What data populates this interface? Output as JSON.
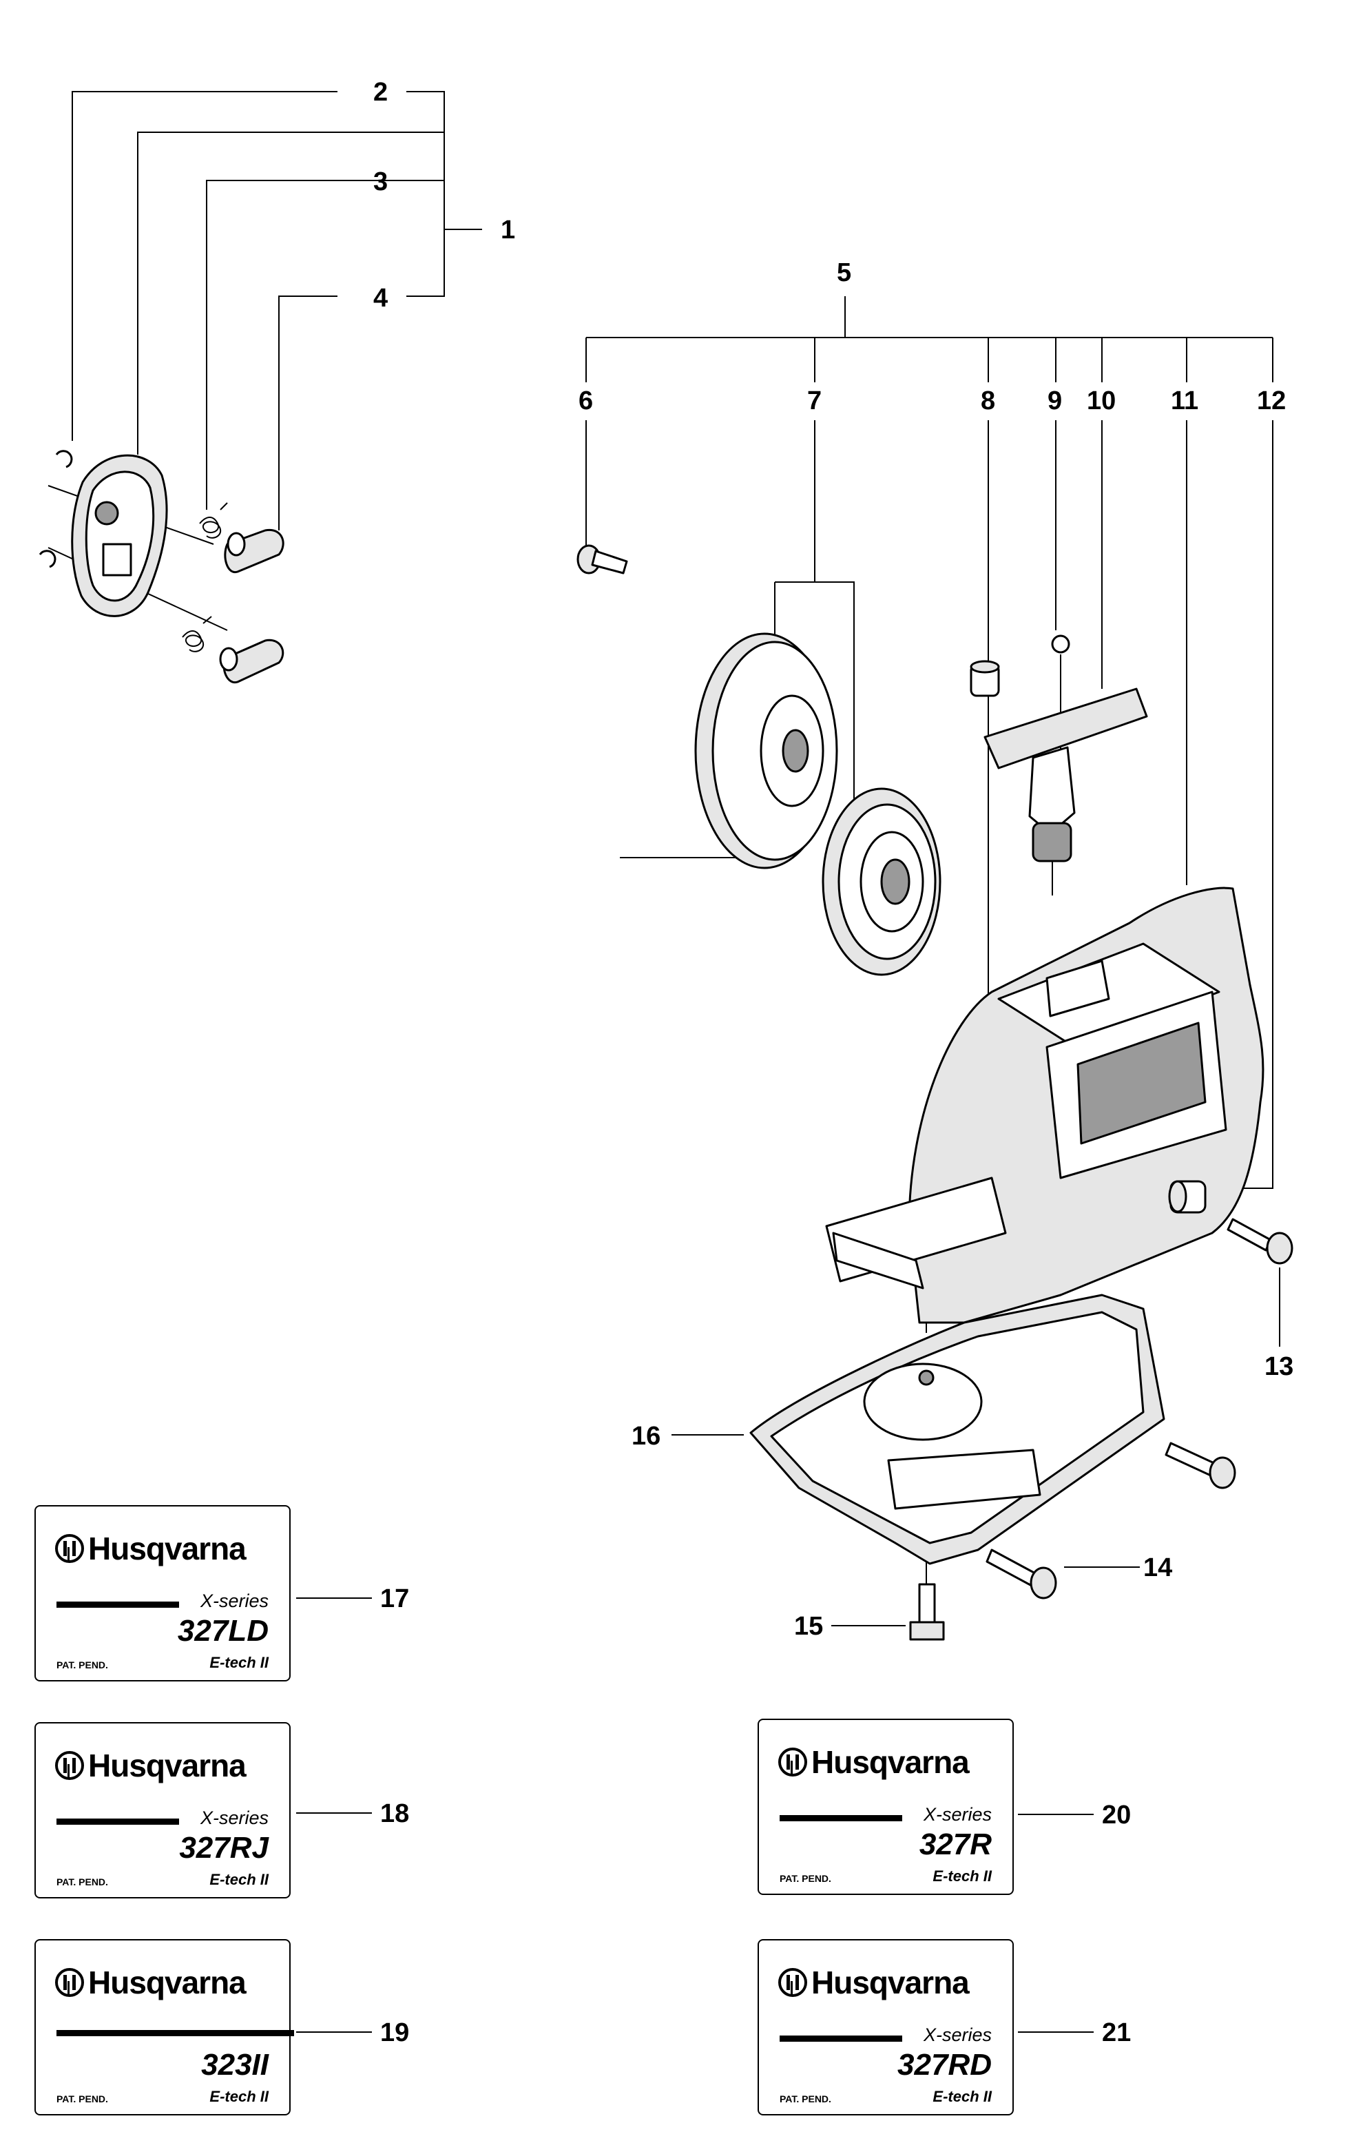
{
  "callouts": {
    "n1": "1",
    "n2": "2",
    "n3": "3",
    "n4": "4",
    "n5": "5",
    "n6": "6",
    "n7": "7",
    "n8": "8",
    "n9": "9",
    "n10": "10",
    "n11": "11",
    "n12": "12",
    "n13": "13",
    "n14": "14",
    "n15": "15",
    "n16": "16",
    "n17": "17",
    "n18": "18",
    "n19": "19",
    "n20": "20",
    "n21": "21"
  },
  "decals": [
    {
      "brand": "Husqvarna",
      "series": "X-series",
      "model": "327LD",
      "pat": "PAT. PEND.",
      "etech": "E-tech II"
    },
    {
      "brand": "Husqvarna",
      "series": "X-series",
      "model": "327RJ",
      "pat": "PAT. PEND.",
      "etech": "E-tech II"
    },
    {
      "brand": "Husqvarna",
      "series": "",
      "model": "323II",
      "pat": "PAT. PEND.",
      "etech": "E-tech II"
    },
    {
      "brand": "Husqvarna",
      "series": "X-series",
      "model": "327R",
      "pat": "PAT. PEND.",
      "etech": "E-tech II"
    },
    {
      "brand": "Husqvarna",
      "series": "X-series",
      "model": "327RD",
      "pat": "PAT. PEND.",
      "etech": "E-tech II"
    }
  ]
}
